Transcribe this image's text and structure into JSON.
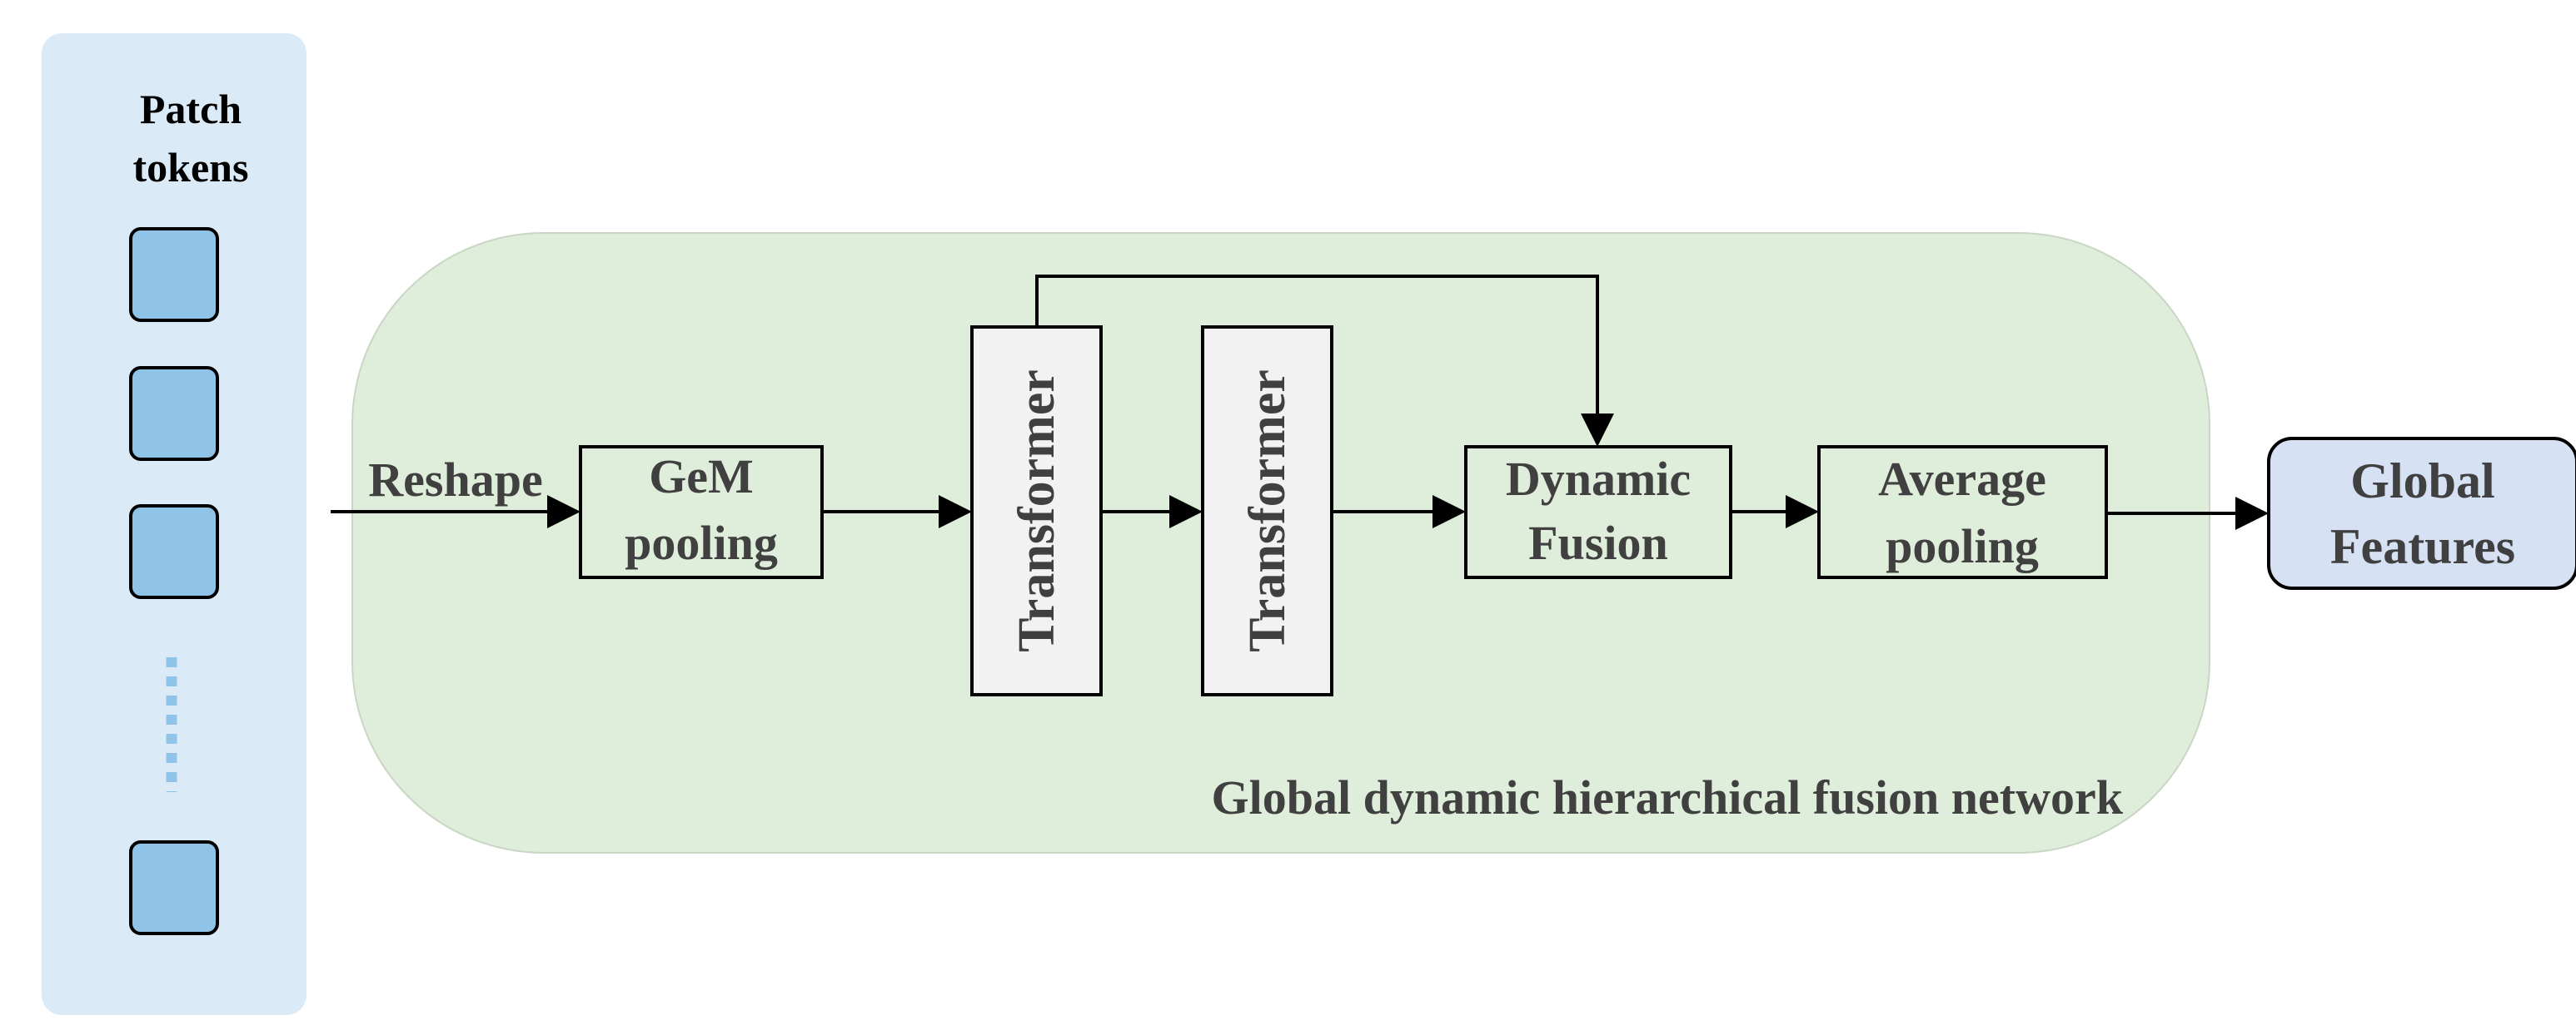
{
  "patch_panel": {
    "title_line1": "Patch",
    "title_line2": "tokens",
    "tokens": [
      "token",
      "token",
      "token",
      "token"
    ],
    "ellipsis": "vertical-dots"
  },
  "network": {
    "label": "Global dynamic hierarchical fusion network",
    "reshape_label": "Reshape",
    "gem_line1": "GeM",
    "gem_line2": "pooling",
    "transformer1": "Transformer",
    "transformer2": "Transformer",
    "fusion_line1": "Dynamic",
    "fusion_line2": "Fusion",
    "avg_line1": "Average",
    "avg_line2": "pooling"
  },
  "output": {
    "line1": "Global",
    "line2": "Features"
  },
  "colors": {
    "patch_panel_bg": "#dbeaf7",
    "token_fill": "#8fc4e8",
    "network_bg": "#dfeedb",
    "transformer_fill": "#f2f2f2",
    "output_fill": "#d6e1f3",
    "text": "#404040",
    "stroke": "#000000"
  }
}
